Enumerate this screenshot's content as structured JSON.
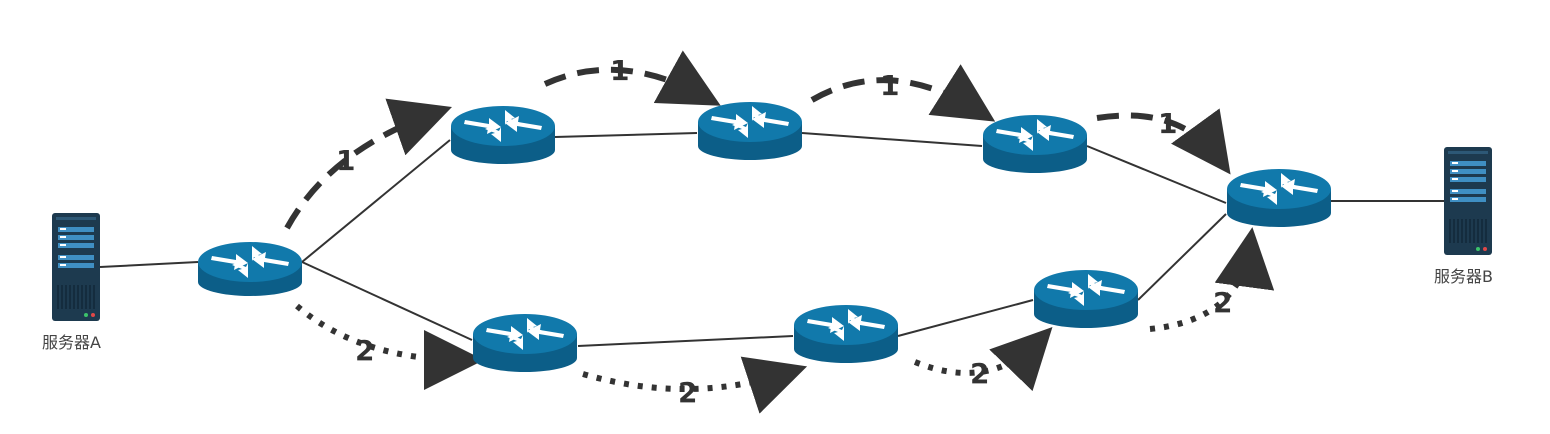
{
  "servers": [
    {
      "id": "server-a",
      "label": "服务器A"
    },
    {
      "id": "server-b",
      "label": "服务器B"
    }
  ],
  "routers": [
    "r0",
    "r1",
    "r2",
    "r3",
    "r4",
    "r5",
    "r6",
    "r7"
  ],
  "links": [
    [
      "server-a",
      "r0"
    ],
    [
      "r0",
      "r1"
    ],
    [
      "r1",
      "r2"
    ],
    [
      "r2",
      "r3"
    ],
    [
      "r3",
      "r4"
    ],
    [
      "r0",
      "r5"
    ],
    [
      "r5",
      "r6"
    ],
    [
      "r6",
      "r7"
    ],
    [
      "r7",
      "r4"
    ],
    [
      "r4",
      "server-b"
    ]
  ],
  "paths": [
    {
      "label": "1",
      "style": "dashed",
      "color": "#333333"
    },
    {
      "label": "2",
      "style": "dotted",
      "color": "#333333"
    }
  ],
  "colors": {
    "router_body": "#0c5e88",
    "router_top": "#1179ab",
    "router_arrow": "#ffffff",
    "server_body": "#1d3a4f",
    "link": "#333333",
    "accent_led_green": "#3cc36b",
    "accent_led_red": "#e04848"
  }
}
